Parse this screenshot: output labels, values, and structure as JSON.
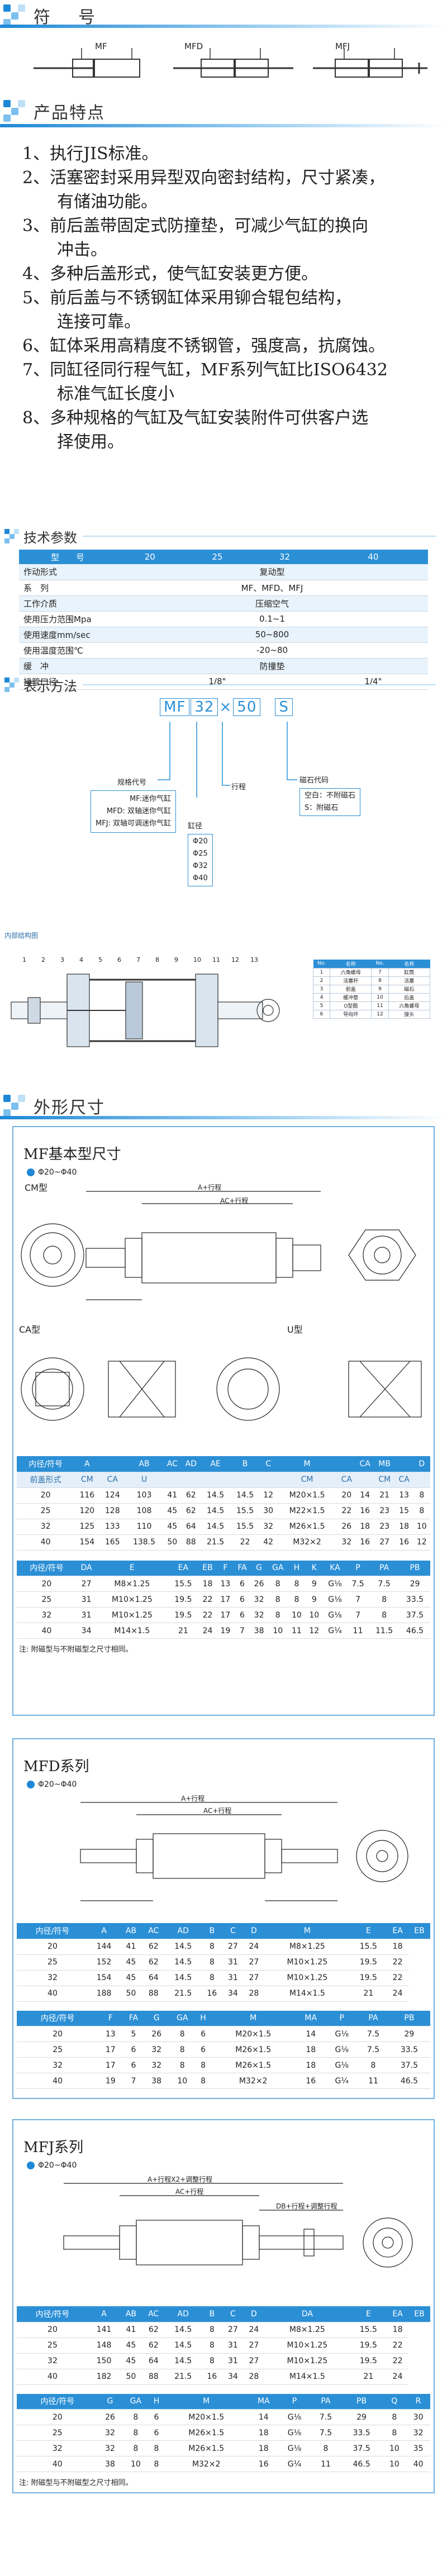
{
  "sections": {
    "symbol": {
      "title": "符　号"
    },
    "features": {
      "title": "产品特点"
    },
    "tech": {
      "title": "技术参数"
    },
    "order": {
      "title": "表示方法"
    },
    "struct": {
      "title": "内部结构图"
    },
    "dims": {
      "title": "外形尺寸"
    }
  },
  "symbols": [
    {
      "label": "MF"
    },
    {
      "label": "MFD"
    },
    {
      "label": "MFJ"
    }
  ],
  "features": [
    {
      "num": "1、",
      "text": "执行JIS标准。",
      "cont": ""
    },
    {
      "num": "2、",
      "text": "活塞密封采用异型双向密封结构，尺寸紧凑，",
      "cont": "有储油功能。"
    },
    {
      "num": "3、",
      "text": "前后盖带固定式防撞垫，可减少气缸的换向",
      "cont": "冲击。"
    },
    {
      "num": "4、",
      "text": "多种后盖形式，使气缸安装更方便。",
      "cont": ""
    },
    {
      "num": "5、",
      "text": "前后盖与不锈钢缸体采用铆合辊包结构，",
      "cont": "连接可靠。"
    },
    {
      "num": "6、",
      "text": "缸体采用高精度不锈钢管，强度高，抗腐蚀。",
      "cont": ""
    },
    {
      "num": "7、",
      "text": "同缸径同行程气缸，MF系列气缸比ISO6432",
      "cont": "标准气缸长度小"
    },
    {
      "num": "8、",
      "text": "多种规格的气缸及气缸安装附件可供客户选",
      "cont": "择使用。"
    }
  ],
  "spec": {
    "header": [
      "型　　号",
      "20",
      "25",
      "32",
      "40"
    ],
    "rows": [
      {
        "k": "作动形式",
        "v": "复动型"
      },
      {
        "k": "系　列",
        "v": "MF、MFD、MFJ"
      },
      {
        "k": "工作介质",
        "v": "压缩空气"
      },
      {
        "k": "使用压力范围Mpa",
        "v": "0.1~1"
      },
      {
        "k": "使用速度mm/sec",
        "v": "50~800"
      },
      {
        "k": "使用温度范围℃",
        "v": "-20~80"
      },
      {
        "k": "缓　冲",
        "v": "防撞垫"
      }
    ],
    "port": {
      "k": "接管口径",
      "a": "1/8\"",
      "b": "1/4\""
    }
  },
  "order": {
    "code": [
      "MF",
      "32",
      "×",
      "50",
      "S"
    ],
    "series_title": "规格代号",
    "series": [
      "MF:迷你气缸",
      "MFD: 双轴迷你气缸",
      "MFJ: 双轴可调迷你气缸"
    ],
    "bore_title": "缸径",
    "bores": [
      "Φ20",
      "Φ25",
      "Φ32",
      "Φ40"
    ],
    "stroke": "行程",
    "magnet_title": "磁石代码",
    "magnets": [
      "空白：不附磁石",
      "S：附磁石"
    ]
  },
  "struct_parts": [
    [
      "1",
      "六角螺母",
      "7",
      "缸筒"
    ],
    [
      "2",
      "活塞杆",
      "8",
      "活塞"
    ],
    [
      "3",
      "前盖",
      "9",
      "磁石"
    ],
    [
      "4",
      "缓冲垫",
      "10",
      "后盖"
    ],
    [
      "5",
      "O型圈",
      "11",
      "六角螺母"
    ],
    [
      "6",
      "导向环",
      "12",
      "接头"
    ]
  ],
  "struct_header": [
    "No.",
    "名称",
    "No.",
    "名称"
  ],
  "struct_numbers": [
    "1",
    "2",
    "3",
    "4",
    "5",
    "6",
    "7",
    "8",
    "9",
    "10",
    "11",
    "12",
    "13"
  ],
  "mf": {
    "title": "MF基本型尺寸",
    "sub": "Φ20~Φ40",
    "cm_label": "CM型",
    "ca_label": "CA型",
    "u_label": "U型",
    "stroke_note": "A+行程",
    "ac_note": "AC+行程",
    "t1": {
      "head": [
        "内径/符号",
        "A",
        "",
        "AB",
        "AC",
        "AD",
        "AE",
        "B",
        "C",
        "M",
        "",
        "CA",
        "MB",
        "",
        "D"
      ],
      "head2": [
        "前盖形式",
        "CM",
        "CA",
        "U",
        "",
        "",
        "",
        "",
        "",
        "CM",
        "CA",
        "",
        "CM",
        "CA",
        ""
      ],
      "rows": [
        [
          "20",
          "116",
          "124",
          "103",
          "41",
          "62",
          "14.5",
          "14.5",
          "12",
          "M20×1.5",
          "20",
          "14",
          "21",
          "13",
          "8"
        ],
        [
          "25",
          "120",
          "128",
          "108",
          "45",
          "62",
          "14.5",
          "15.5",
          "30",
          "M22×1.5",
          "22",
          "16",
          "23",
          "15",
          "8"
        ],
        [
          "32",
          "125",
          "133",
          "110",
          "45",
          "64",
          "14.5",
          "15.5",
          "32",
          "M26×1.5",
          "26",
          "18",
          "23",
          "18",
          "10"
        ],
        [
          "40",
          "154",
          "165",
          "138.5",
          "50",
          "88",
          "21.5",
          "22",
          "42",
          "M32×2",
          "32",
          "16",
          "27",
          "16",
          "12"
        ]
      ]
    },
    "t2": {
      "head": [
        "内径/符号",
        "DA",
        "E",
        "EA",
        "EB",
        "F",
        "FA",
        "G",
        "GA",
        "H",
        "K",
        "KA",
        "P",
        "PA",
        "PB"
      ],
      "rows": [
        [
          "20",
          "27",
          "M8×1.25",
          "15.5",
          "18",
          "13",
          "6",
          "26",
          "8",
          "8",
          "9",
          "G⅛",
          "7.5",
          "7.5",
          "29"
        ],
        [
          "25",
          "31",
          "M10×1.25",
          "19.5",
          "22",
          "17",
          "6",
          "32",
          "8",
          "8",
          "9",
          "G⅛",
          "7",
          "8",
          "33.5"
        ],
        [
          "32",
          "31",
          "M10×1.25",
          "19.5",
          "22",
          "17",
          "6",
          "32",
          "8",
          "10",
          "10",
          "G⅛",
          "7",
          "8",
          "37.5"
        ],
        [
          "40",
          "34",
          "M14×1.5",
          "21",
          "24",
          "19",
          "7",
          "38",
          "10",
          "11",
          "12",
          "G¼",
          "11",
          "11.5",
          "46.5"
        ]
      ]
    },
    "note": "注: 附磁型与不附磁型之尺寸相同。"
  },
  "mfd": {
    "title": "MFD系列",
    "sub": "Φ20~Φ40",
    "stroke_note": "A+行程",
    "ac_note": "AC+行程",
    "t1": {
      "head": [
        "内径/符号",
        "A",
        "AB",
        "AC",
        "AD",
        "B",
        "C",
        "D",
        "M",
        "E",
        "EA",
        "EB"
      ],
      "rows": [
        [
          "20",
          "144",
          "41",
          "62",
          "14.5",
          "8",
          "27",
          "24",
          "M8×1.25",
          "15.5",
          "18"
        ],
        [
          "25",
          "152",
          "45",
          "62",
          "14.5",
          "8",
          "31",
          "27",
          "M10×1.25",
          "19.5",
          "22"
        ],
        [
          "32",
          "154",
          "45",
          "64",
          "14.5",
          "8",
          "31",
          "27",
          "M10×1.25",
          "19.5",
          "22"
        ],
        [
          "40",
          "188",
          "50",
          "88",
          "21.5",
          "16",
          "34",
          "28",
          "M14×1.5",
          "21",
          "24"
        ]
      ]
    },
    "t2": {
      "head": [
        "内径/符号",
        "F",
        "FA",
        "G",
        "GA",
        "H",
        "M",
        "MA",
        "P",
        "PA",
        "PB"
      ],
      "rows": [
        [
          "20",
          "13",
          "5",
          "26",
          "8",
          "6",
          "M20×1.5",
          "14",
          "G⅛",
          "7.5",
          "29"
        ],
        [
          "25",
          "17",
          "6",
          "32",
          "8",
          "6",
          "M26×1.5",
          "18",
          "G⅛",
          "7.5",
          "33.5"
        ],
        [
          "32",
          "17",
          "6",
          "32",
          "8",
          "8",
          "M26×1.5",
          "18",
          "G⅛",
          "8",
          "37.5"
        ],
        [
          "40",
          "19",
          "7",
          "38",
          "10",
          "8",
          "M32×2",
          "16",
          "G¼",
          "11",
          "46.5"
        ]
      ]
    }
  },
  "mfj": {
    "title": "MFJ系列",
    "sub": "Φ20~Φ40",
    "stroke_note": "A+行程X2+调整行程",
    "ac_note": "AC+行程",
    "db_note": "DB+行程+调整行程",
    "t1": {
      "head": [
        "内径/符号",
        "A",
        "AB",
        "AC",
        "AD",
        "B",
        "C",
        "D",
        "DA",
        "E",
        "EA",
        "EB"
      ],
      "rows": [
        [
          "20",
          "141",
          "41",
          "62",
          "14.5",
          "8",
          "27",
          "24",
          "M8×1.25",
          "15.5",
          "18"
        ],
        [
          "25",
          "148",
          "45",
          "62",
          "14.5",
          "8",
          "31",
          "27",
          "M10×1.25",
          "19.5",
          "22"
        ],
        [
          "32",
          "150",
          "45",
          "64",
          "14.5",
          "8",
          "31",
          "27",
          "M10×1.25",
          "19.5",
          "22"
        ],
        [
          "40",
          "182",
          "50",
          "88",
          "21.5",
          "16",
          "34",
          "28",
          "M14×1.5",
          "21",
          "24"
        ]
      ]
    },
    "t2": {
      "head": [
        "内径/符号",
        "G",
        "GA",
        "H",
        "M",
        "MA",
        "P",
        "PA",
        "PB",
        "Q",
        "R"
      ],
      "rows": [
        [
          "20",
          "26",
          "8",
          "6",
          "M20×1.5",
          "14",
          "G⅛",
          "7.5",
          "29",
          "8",
          "30"
        ],
        [
          "25",
          "32",
          "8",
          "6",
          "M26×1.5",
          "18",
          "G⅛",
          "7.5",
          "33.5",
          "8",
          "32"
        ],
        [
          "32",
          "32",
          "8",
          "8",
          "M26×1.5",
          "18",
          "G⅛",
          "8",
          "37.5",
          "10",
          "35"
        ],
        [
          "40",
          "38",
          "10",
          "8",
          "M32×2",
          "16",
          "G¼",
          "11",
          "46.5",
          "10",
          "40"
        ]
      ]
    },
    "note": "注: 附磁型与不附磁型之尺寸相同。"
  }
}
